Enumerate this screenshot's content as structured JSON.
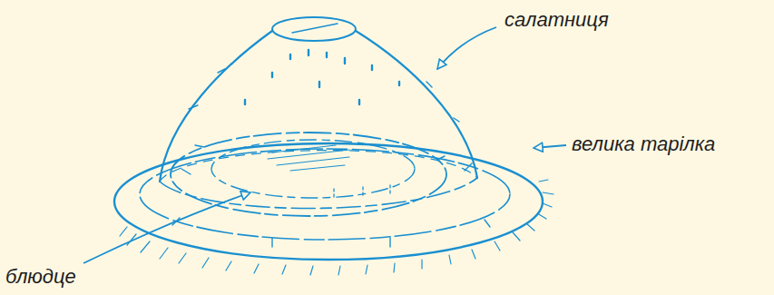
{
  "diagram": {
    "labels": [
      "салатниця",
      "велика тарілка",
      "блюдце"
    ]
  }
}
